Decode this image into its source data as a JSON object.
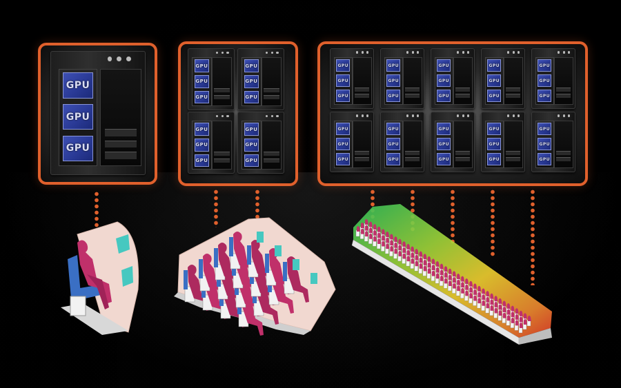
{
  "gpu_label": "GPU",
  "colors": {
    "frame": "#e0602c",
    "gpu_card": "#3d4fb3",
    "passenger": "#c0306a",
    "seat": "#3a6fc4",
    "cabin_wall": "#f1d8d0",
    "window": "#46c8c0",
    "background": "#070707"
  },
  "panels": [
    {
      "name": "single-gpu-server",
      "towers": 1
    },
    {
      "name": "four-gpu-cluster",
      "towers": 4
    },
    {
      "name": "ten-gpu-cluster",
      "towers": 10
    }
  ],
  "scenes": [
    {
      "name": "single-row-cabin",
      "rows": 1
    },
    {
      "name": "multi-row-cabin",
      "rows": 4
    },
    {
      "name": "full-aircraft-cabin",
      "rows": 40
    }
  ]
}
